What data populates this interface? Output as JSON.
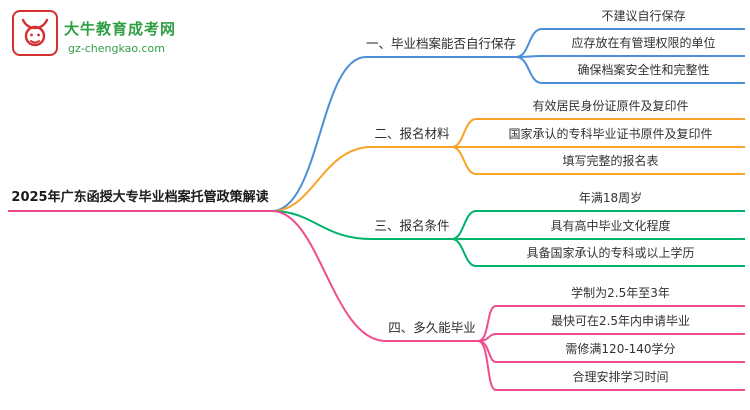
{
  "logo": {
    "title": "大牛教育成考网",
    "url": "gz-chengkao.com",
    "icon": "bull-icon",
    "brand_red": "#d43030",
    "brand_green": "#2f9e44"
  },
  "central": {
    "label": "2025年广东函授大专毕业档案托管政策解读",
    "color": "#e8488b"
  },
  "branches": [
    {
      "label": "一、毕业档案能否自行保存",
      "color": "#4d8fd6",
      "children": [
        "不建议自行保存",
        "应存放在有管理权限的单位",
        "确保档案安全性和完整性"
      ]
    },
    {
      "label": "二、报名材料",
      "color": "#f7a429",
      "children": [
        "有效居民身份证原件及复印件",
        "国家承认的专科毕业证书原件及复印件",
        "填写完整的报名表"
      ]
    },
    {
      "label": "三、报名条件",
      "color": "#00b36b",
      "children": [
        "年满18周岁",
        "具有高中毕业文化程度",
        "具备国家承认的专科或以上学历"
      ]
    },
    {
      "label": "四、多久能毕业",
      "color": "#ee4e8f",
      "children": [
        "学制为2.5年至3年",
        "最快可在2.5年内申请毕业",
        "需修满120-140学分",
        "合理安排学习时间"
      ]
    }
  ]
}
